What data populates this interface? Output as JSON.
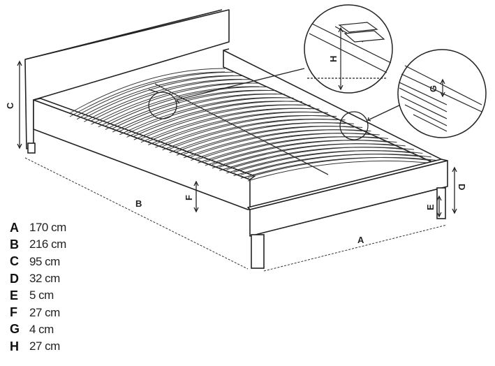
{
  "diagram": {
    "labels": {
      "A": "A",
      "B": "B",
      "C": "C",
      "D": "D",
      "E": "E",
      "F": "F",
      "G": "G",
      "H": "H"
    }
  },
  "legend": [
    {
      "letter": "A",
      "value": "170 cm"
    },
    {
      "letter": "B",
      "value": "216 cm"
    },
    {
      "letter": "C",
      "value": "95 cm"
    },
    {
      "letter": "D",
      "value": "32 cm"
    },
    {
      "letter": "E",
      "value": "5 cm"
    },
    {
      "letter": "F",
      "value": "27 cm"
    },
    {
      "letter": "G",
      "value": "4 cm"
    },
    {
      "letter": "H",
      "value": "27 cm"
    }
  ]
}
